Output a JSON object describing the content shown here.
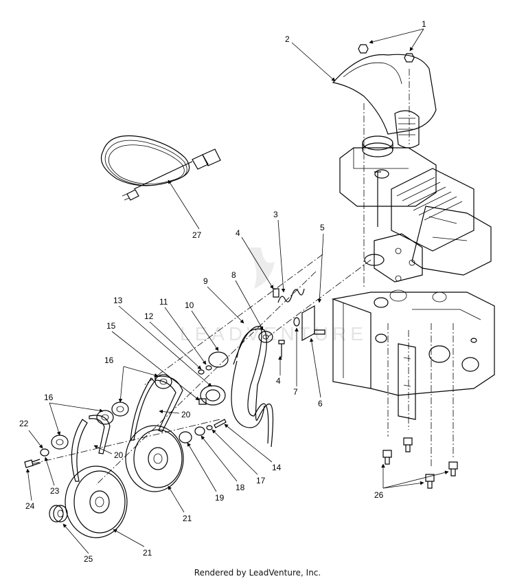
{
  "callouts": [
    {
      "id": "1",
      "text": "1"
    },
    {
      "id": "2",
      "text": "2"
    },
    {
      "id": "3",
      "text": "3"
    },
    {
      "id": "4a",
      "text": "4"
    },
    {
      "id": "4b",
      "text": "4"
    },
    {
      "id": "5",
      "text": "5"
    },
    {
      "id": "6",
      "text": "6"
    },
    {
      "id": "7",
      "text": "7"
    },
    {
      "id": "8",
      "text": "8"
    },
    {
      "id": "9",
      "text": "9"
    },
    {
      "id": "10",
      "text": "10"
    },
    {
      "id": "11",
      "text": "11"
    },
    {
      "id": "12",
      "text": "12"
    },
    {
      "id": "13",
      "text": "13"
    },
    {
      "id": "14",
      "text": "14"
    },
    {
      "id": "15",
      "text": "15"
    },
    {
      "id": "16a",
      "text": "16"
    },
    {
      "id": "16b",
      "text": "16"
    },
    {
      "id": "17",
      "text": "17"
    },
    {
      "id": "18",
      "text": "18"
    },
    {
      "id": "19",
      "text": "19"
    },
    {
      "id": "20a",
      "text": "20"
    },
    {
      "id": "20b",
      "text": "20"
    },
    {
      "id": "21a",
      "text": "21"
    },
    {
      "id": "21b",
      "text": "21"
    },
    {
      "id": "22",
      "text": "22"
    },
    {
      "id": "23",
      "text": "23"
    },
    {
      "id": "24",
      "text": "24"
    },
    {
      "id": "25",
      "text": "25"
    },
    {
      "id": "26",
      "text": "26"
    },
    {
      "id": "27",
      "text": "27"
    }
  ],
  "watermark": "LEADVENTURE",
  "footer": "Rendered by LeadVenture, Inc."
}
